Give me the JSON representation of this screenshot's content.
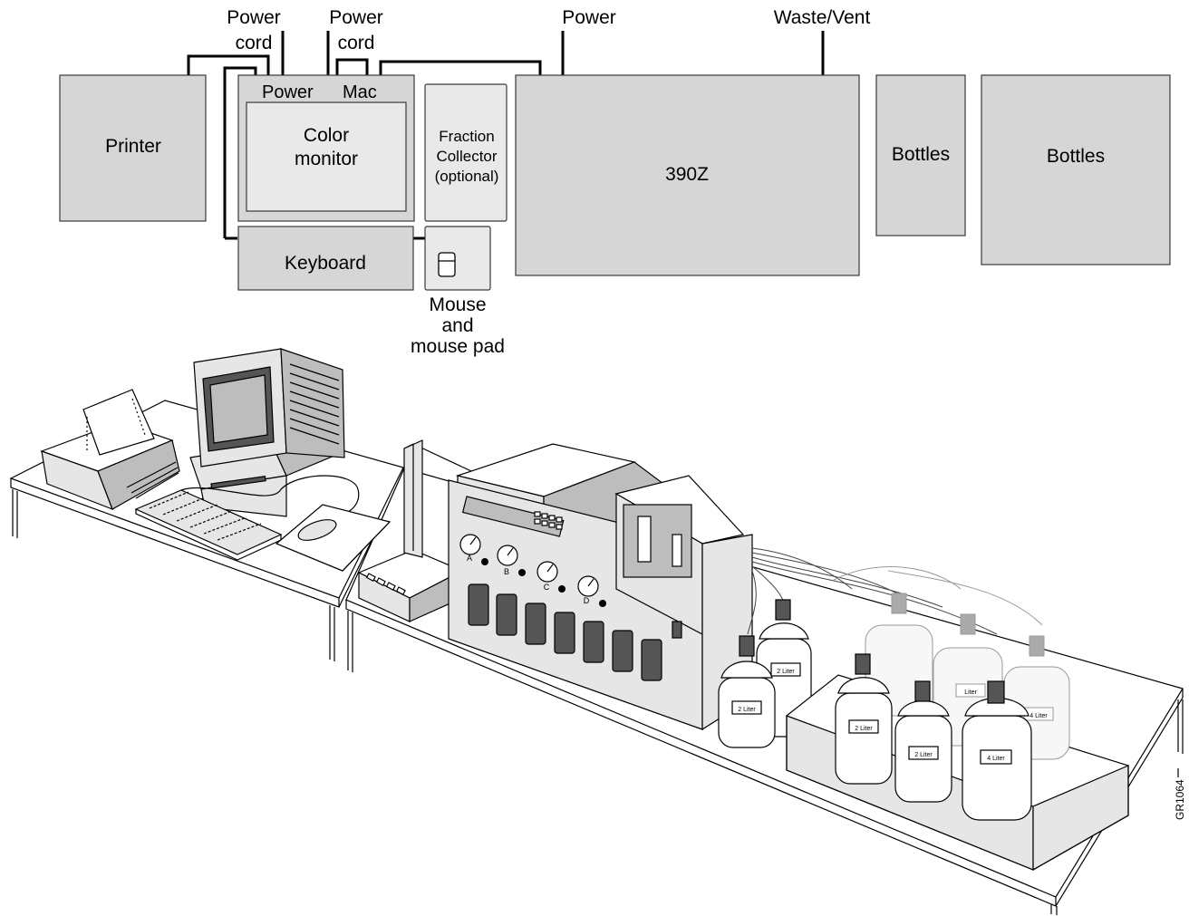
{
  "layout_diagram": {
    "boxes": {
      "printer": "Printer",
      "mac": "Mac",
      "power": "Power",
      "color_monitor_line1": "Color",
      "color_monitor_line2": "monitor",
      "fraction_collector_line1": "Fraction",
      "fraction_collector_line2": "Collector",
      "fraction_collector_line3": "(optional)",
      "keyboard": "Keyboard",
      "instrument": "390Z",
      "bottles_small": "Bottles",
      "bottles_large": "Bottles"
    },
    "callouts": {
      "power_cord_1_line1": "Power",
      "power_cord_1_line2": "cord",
      "power_cord_2_line1": "Power",
      "power_cord_2_line2": "cord",
      "instrument_power": "Power",
      "waste_vent": "Waste/Vent",
      "mouse_line1": "Mouse",
      "mouse_line2": "and",
      "mouse_line3": "mouse pad"
    }
  },
  "illustration": {
    "pressure_gauges": [
      "A",
      "B",
      "C",
      "D"
    ],
    "bottle_labels": {
      "front_left": "2 Liter",
      "rear_left": "2 Liter",
      "tray_1": "2 Liter",
      "tray_2": "2 Liter",
      "tray_3": "4 Liter",
      "tray_back_1": "Liter",
      "tray_back_2": "4 Liter"
    }
  },
  "figure_id": "GR1064"
}
